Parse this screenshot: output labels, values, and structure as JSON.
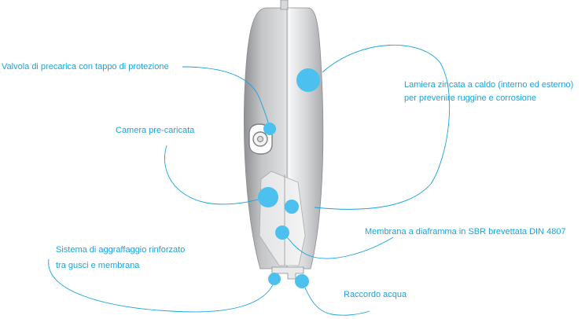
{
  "colors": {
    "accent": "#1aa3dd",
    "marker": "#4cc0ee",
    "vessel_body": "#c9cacc",
    "vessel_highlight": "#f1f2f3",
    "membrane_plate": "#e8e9ea"
  },
  "labels": {
    "valve": "Valvola di precarica con tappo di protezione",
    "chamber": "Camera pre-caricata",
    "sheet_line1": "Lamiera zincata a caldo (interno ed esterno)",
    "sheet_line2": "per prevenire ruggine e corrosione",
    "membrane": "Membrana a diaframma in SBR brevettata DIN 4807",
    "clamp_line1": "Sistema di aggraffaggio rinforzato",
    "clamp_line2": "tra gusci e membrana",
    "water": "Raccordo acqua"
  }
}
